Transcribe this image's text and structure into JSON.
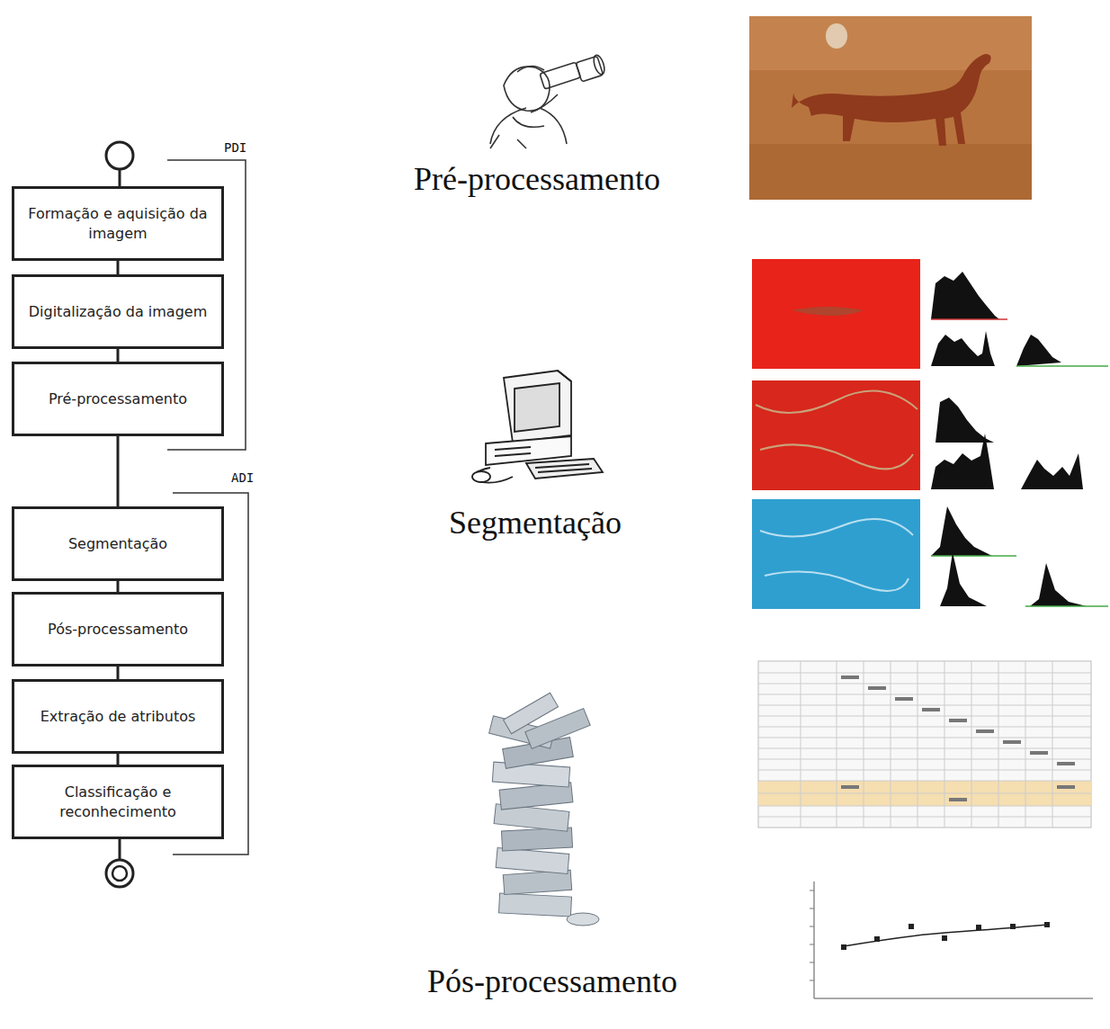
{
  "diagram": {
    "nodes": [
      {
        "text": [
          "Formação e aquisição da imagem"
        ]
      },
      {
        "text": [
          "Digitalização da imagem"
        ]
      },
      {
        "text": [
          "Pré-processamento"
        ]
      },
      {
        "text": [
          "Segmentação"
        ]
      },
      {
        "text": [
          "Pós-processamento"
        ]
      },
      {
        "text": [
          "Extração de atributos"
        ]
      },
      {
        "text": [
          "Classificação e reconhecimento"
        ]
      }
    ],
    "edges": [
      {
        "from": 0,
        "to": 1,
        "arrow": "none"
      },
      {
        "from": 1,
        "to": 2,
        "arrow": "none"
      },
      {
        "from": 2,
        "to": 3,
        "arrow": "none"
      },
      {
        "from": 3,
        "to": 4,
        "arrow": "none"
      },
      {
        "from": 4,
        "to": 5,
        "arrow": "none"
      },
      {
        "from": 5,
        "to": 6,
        "arrow": "none"
      }
    ],
    "labels": [
      "PDI",
      "ADI",
      "Pré-processamento",
      "Segmentação",
      "Pós-processamento"
    ]
  }
}
